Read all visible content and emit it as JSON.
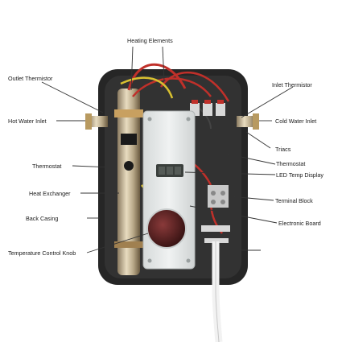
{
  "labels": {
    "heating_elements": "Heating Elements",
    "outlet_thermistor": "Outlet Thermistor",
    "inlet_thermistor": "Inlet Thermistor",
    "hot_water_inlet": "Hot Water Inlet",
    "cold_water_inlet": "Cold Water Inlet",
    "triacs": "Triacs",
    "thermostat_left": "Thermostat",
    "thermostat_right": "Thermostat",
    "led_temp_display": "LED Temp Display",
    "heat_exchanger": "Heat Exchanger",
    "terminal_block": "Terminal Block",
    "back_casing": "Back Casing",
    "electronic_board": "Electronic Board",
    "temperature_control_knob": "Temperature Control Knob"
  },
  "colors": {
    "casing": "#2a2a2a",
    "panel": "#e8eaea",
    "display": "#3a3f3c",
    "knob": "#6b2a2a",
    "copper": "#c8a060",
    "wire_red": "#c0302a",
    "wire_yellow": "#d8c030",
    "leader": "#333333"
  }
}
